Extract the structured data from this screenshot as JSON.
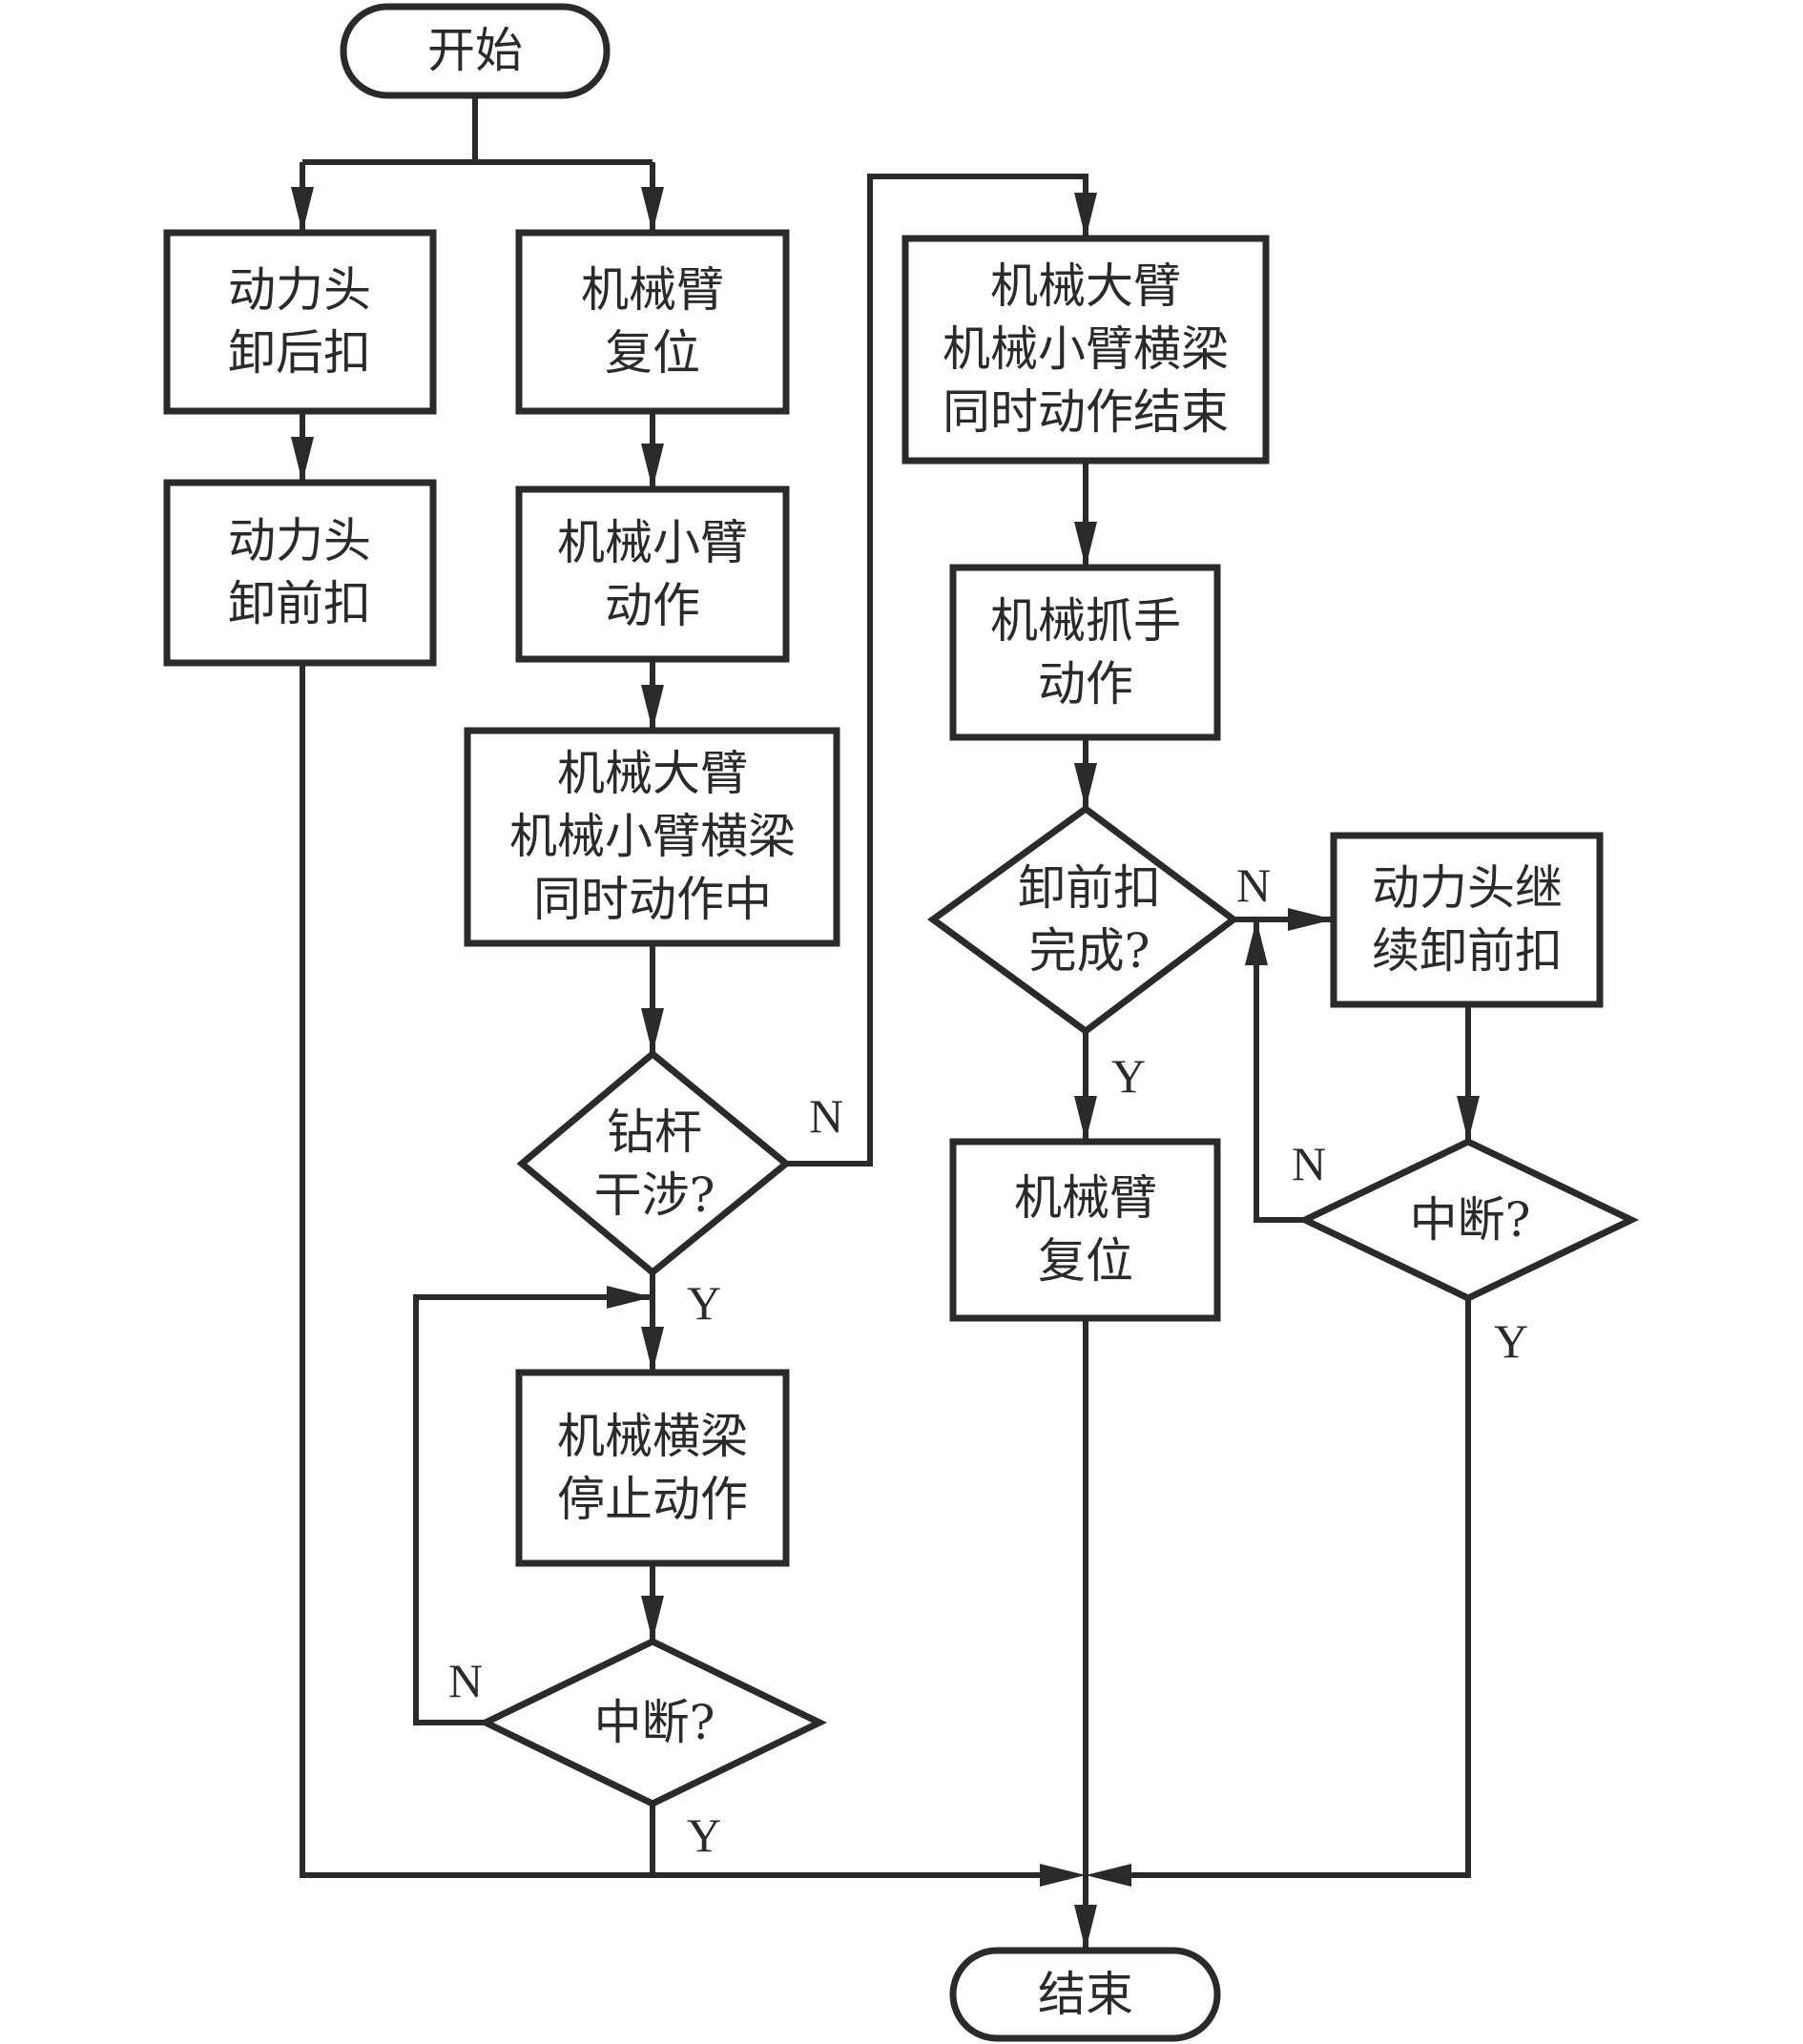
{
  "title": "Flowchart: drill rod unloading and manipulator coordination",
  "colors": {
    "stroke": "#2a2a2a",
    "background": "#ffffff"
  },
  "nodes": {
    "start": {
      "type": "terminal",
      "lines": [
        "开始"
      ]
    },
    "head_unscrew_rear": {
      "type": "process",
      "lines": [
        "动力头",
        "卸后扣"
      ]
    },
    "head_unscrew_front": {
      "type": "process",
      "lines": [
        "动力头",
        "卸前扣"
      ]
    },
    "arm_reset_1": {
      "type": "process",
      "lines": [
        "机械臂",
        "复位"
      ]
    },
    "small_arm_action": {
      "type": "process",
      "lines": [
        "机械小臂",
        "动作"
      ]
    },
    "simultaneous_in_progress": {
      "type": "process",
      "lines": [
        "机械大臂",
        "机械小臂横梁",
        "同时动作中"
      ]
    },
    "rod_interference": {
      "type": "decision",
      "lines": [
        "钻杆",
        "干涉?"
      ]
    },
    "beam_stop": {
      "type": "process",
      "lines": [
        "机械横梁",
        "停止动作"
      ]
    },
    "interrupt_1": {
      "type": "decision",
      "lines": [
        "中断?"
      ]
    },
    "simultaneous_done": {
      "type": "process",
      "lines": [
        "机械大臂",
        "机械小臂横梁",
        "同时动作结束"
      ]
    },
    "gripper_action": {
      "type": "process",
      "lines": [
        "机械抓手",
        "动作"
      ]
    },
    "front_unscrew_done": {
      "type": "decision",
      "lines": [
        "卸前扣",
        "完成?"
      ]
    },
    "head_continue_front": {
      "type": "process",
      "lines": [
        "动力头继",
        "续卸前扣"
      ]
    },
    "interrupt_2": {
      "type": "decision",
      "lines": [
        "中断?"
      ]
    },
    "arm_reset_2": {
      "type": "process",
      "lines": [
        "机械臂",
        "复位"
      ]
    },
    "end": {
      "type": "terminal",
      "lines": [
        "结束"
      ]
    }
  },
  "edge_labels": {
    "rod_interference_no": "N",
    "rod_interference_yes": "Y",
    "interrupt_1_no": "N",
    "interrupt_1_yes": "Y",
    "front_unscrew_done_no": "N",
    "front_unscrew_done_yes": "Y",
    "interrupt_2_no": "N",
    "interrupt_2_yes": "Y"
  }
}
